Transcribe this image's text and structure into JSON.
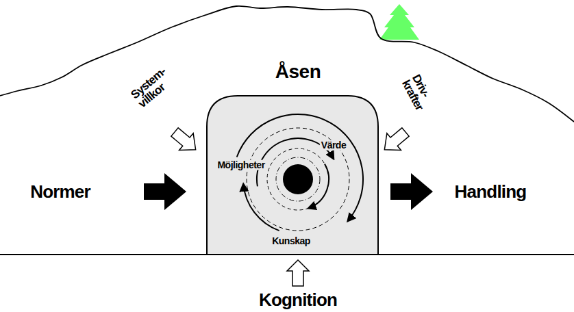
{
  "diagram": {
    "nodes": [
      {
        "text": [
          "Åsen"
        ]
      },
      {
        "text": [
          "Möjligheter",
          "Värde",
          "Kunskap"
        ],
        "in": 0
      }
    ],
    "labels": [
      "Normer",
      "Handling",
      "System- villkor",
      "Driv- krafter",
      "Kognition"
    ]
  }
}
